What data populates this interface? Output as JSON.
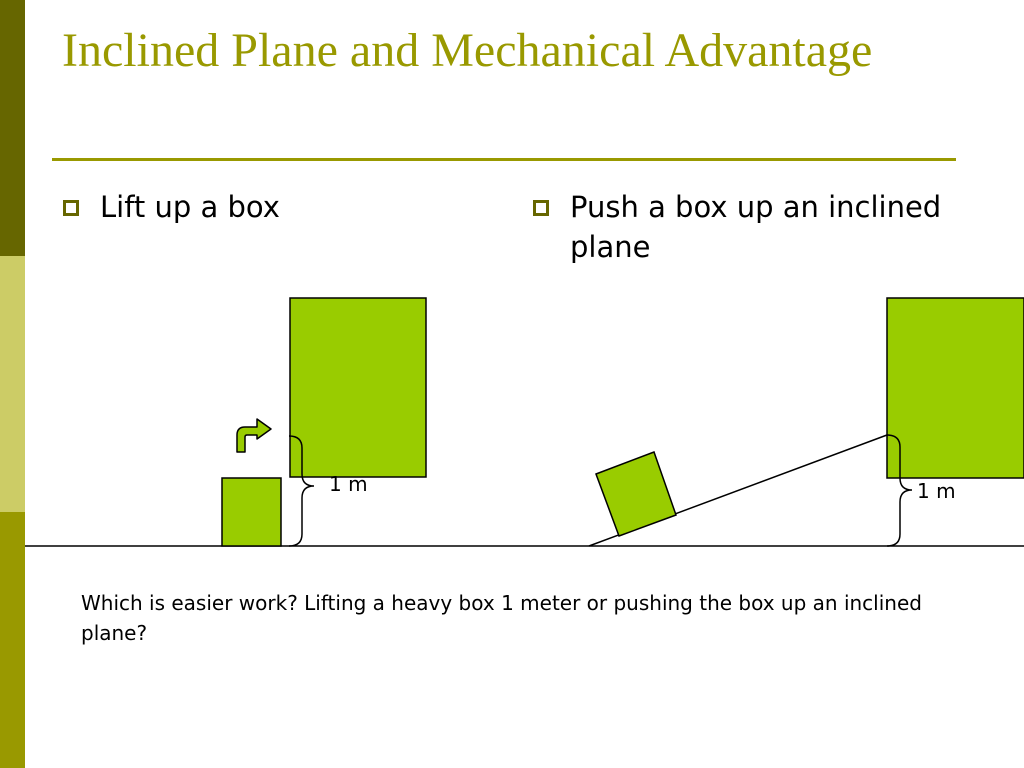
{
  "slide": {
    "title": "Inclined Plane and Mechanical Advantage",
    "bullets": [
      "Lift up a box",
      "Push a box up an inclined plane"
    ],
    "dimension_labels": {
      "left": "1 m",
      "right": "1 m"
    },
    "question": "Which is easier work? Lifting a heavy box 1 meter or pushing the box up an inclined plane?"
  },
  "colors": {
    "accent": "#999900",
    "sidebar_dark": "#666600",
    "sidebar_light": "#CCCC66",
    "box_fill": "#99CC00",
    "line": "#000000"
  },
  "icons": {
    "bullet_marker": "hollow-square-icon",
    "lift_arrow": "curved-arrow-icon"
  }
}
